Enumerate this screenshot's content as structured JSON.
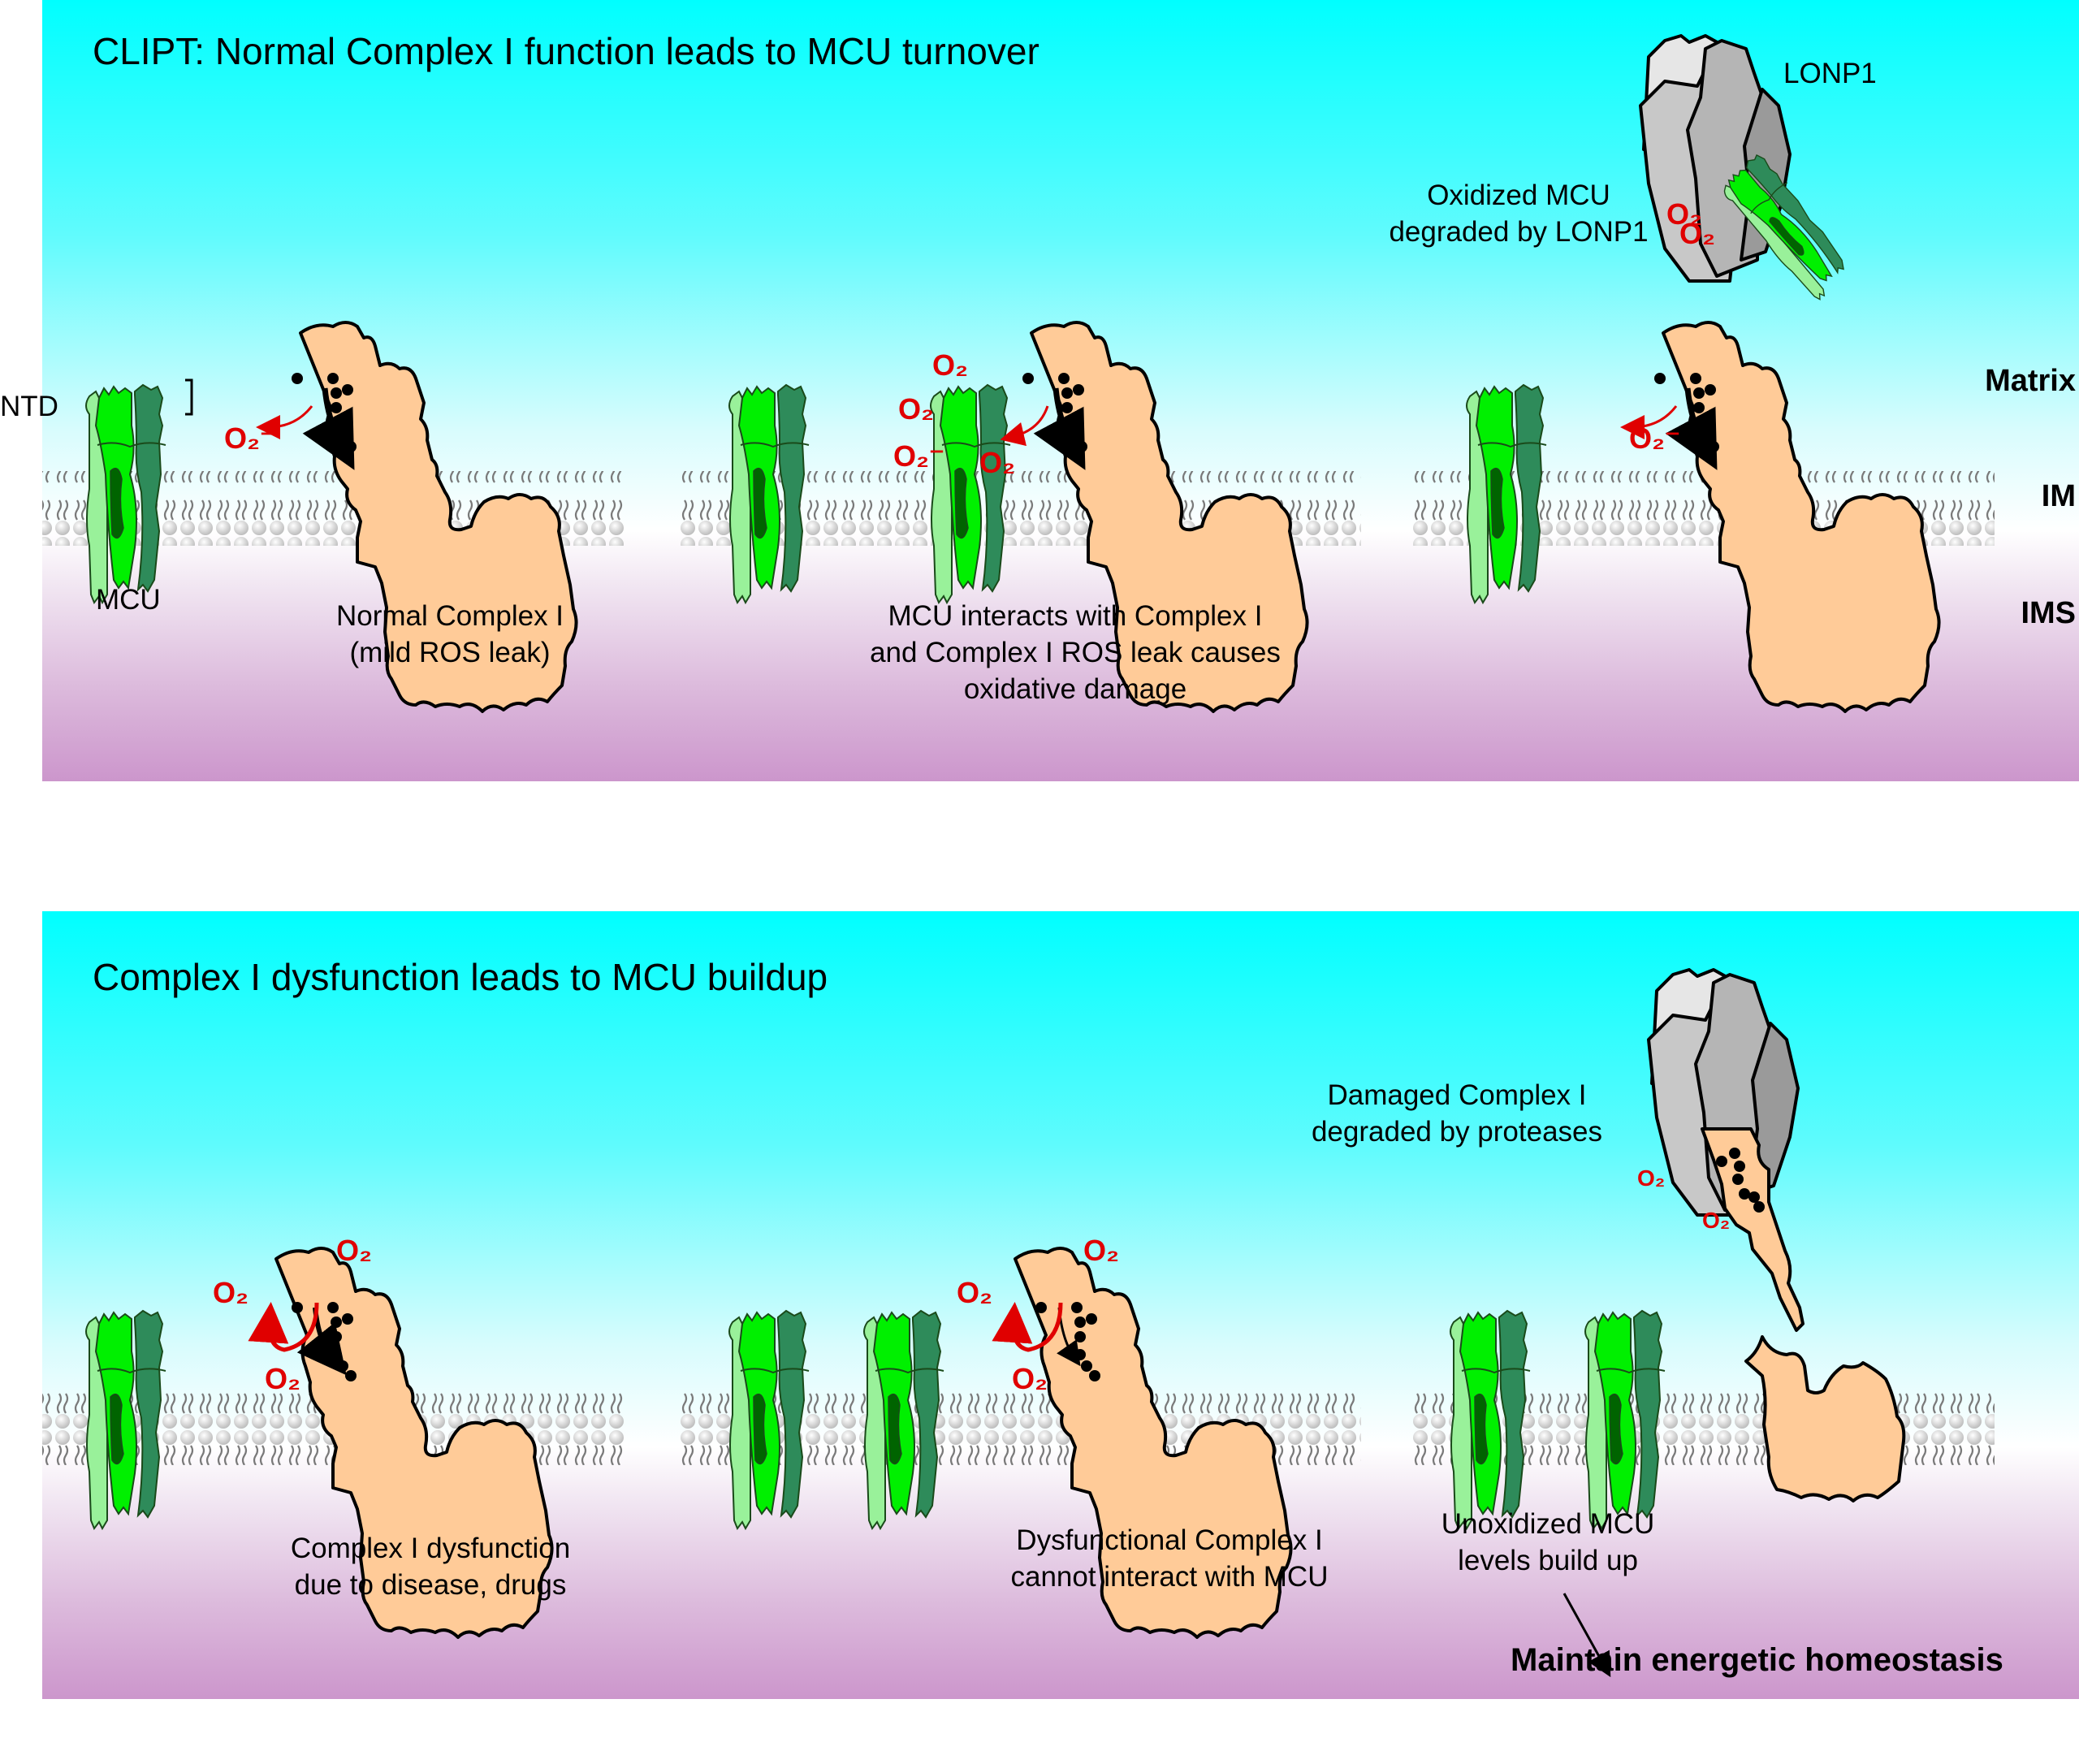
{
  "colors": {
    "matrix_top": "#00ffff",
    "ims_bottom": "#cc96cc",
    "complex_i_fill": "#ffcb98",
    "mcu_light": "#99f19a",
    "mcu_bright": "#00f000",
    "mcu_dark": "#2e8b5a",
    "mcu_core": "#006400",
    "lonp1_light": "#e6e6e6",
    "lonp1_mid": "#c8c8c8",
    "lonp1_dark": "#9a9a9a",
    "ros_red": "#e00000",
    "lipid_head": "#d9d9d9",
    "lipid_tail": "#808080"
  },
  "panel_top": {
    "title": "CLIPT: Normal Complex I function leads to MCU turnover",
    "ntd_label": "NTD",
    "mcu_label": "MCU",
    "lonp1_label": "LONP1",
    "scene1_caption": [
      "Normal Complex I",
      "(mild ROS leak)"
    ],
    "scene2_caption": [
      "MCU interacts with Complex I",
      "and Complex I ROS leak causes",
      "oxidative damage"
    ],
    "scene3_caption": [
      "Oxidized MCU",
      "degraded by LONP1"
    ],
    "zones": {
      "matrix": "Matrix",
      "im": "IM",
      "ims": "IMS"
    },
    "ros_superoxide": "O₂⁻",
    "ros_o2": "O₂"
  },
  "panel_bottom": {
    "title": "Complex I dysfunction leads to MCU buildup",
    "scene1_caption": [
      "Complex I dysfunction",
      "due to disease, drugs"
    ],
    "scene2_caption": [
      "Dysfunctional Complex I",
      "cannot interact with MCU"
    ],
    "scene3_caption_top": [
      "Damaged Complex I",
      "degraded by proteases"
    ],
    "scene3_caption_bottom": [
      "Unoxidized MCU",
      "levels build up"
    ],
    "outcome": "Maintain energetic homeostasis",
    "ros_o2": "O₂"
  }
}
